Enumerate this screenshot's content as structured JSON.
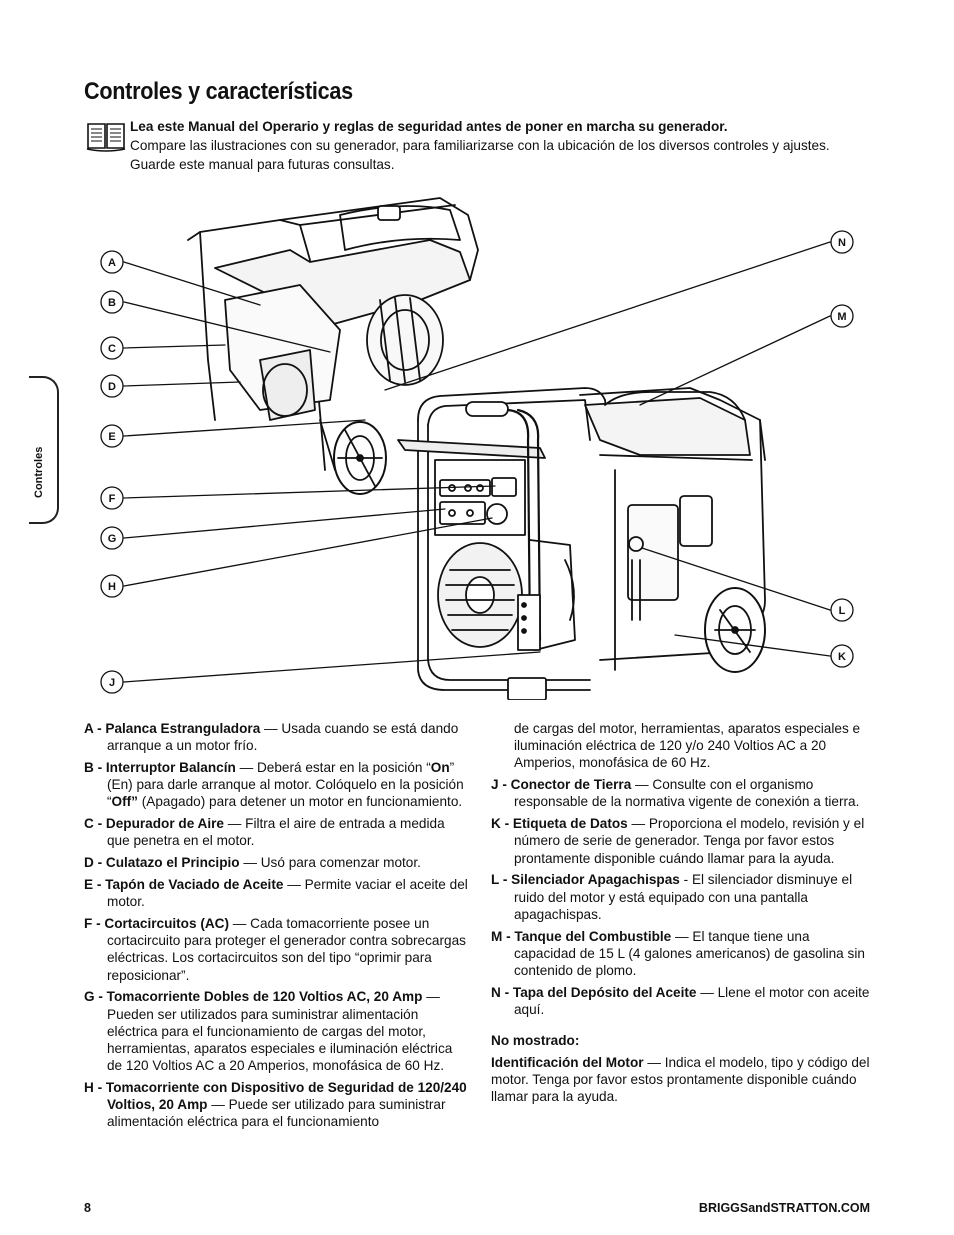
{
  "page": {
    "title": "Controles y características",
    "intro_bold": "Lea este Manual del Operario y reglas de seguridad antes de poner en marcha su generador.",
    "intro_line2": "Compare las ilustraciones con su generador, para familiarizarse con la ubicación de los diversos controles y ajustes.",
    "intro_line3": "Guarde este manual para futuras consultas.",
    "side_tab": "Controles",
    "page_number": "8",
    "website": "BRIGGSandSTRATTON.COM"
  },
  "callouts": {
    "left": [
      "A",
      "B",
      "C",
      "D",
      "E",
      "F",
      "G",
      "H",
      "J"
    ],
    "right": [
      "N",
      "M",
      "L",
      "K"
    ]
  },
  "legend": {
    "A_term": "A - Palanca Estranguladora",
    "A_desc": " — Usada cuando se está dando arranque a un motor frío.",
    "B_term": "B - Interruptor Balancín",
    "B_desc1": " — Deberá estar en la posición “",
    "B_on": "On",
    "B_desc2": "” (En) para darle arranque al motor. Colóquelo en la posición “",
    "B_off": "Off”",
    "B_desc3": " (Apagado) para detener un motor en funcionamiento.",
    "C_term": "C - Depurador de Aire",
    "C_desc": " — Filtra el aire de entrada a medida que penetra en el motor.",
    "D_term": "D - Culatazo el Principio",
    "D_desc": " — Usó para comenzar motor.",
    "E_term": "E - Tapón de Vaciado de Aceite",
    "E_desc": " — Permite vaciar el aceite del motor.",
    "F_term": "F - Cortacircuitos (AC)",
    "F_desc": " — Cada tomacorriente posee un cortacircuito para proteger el generador contra sobrecargas eléctricas. Los cortacircuitos son del tipo “oprimir para reposicionar”.",
    "G_term": "G - Tomacorriente Dobles de 120 Voltios AC, 20 Amp",
    "G_desc": " — Pueden ser utilizados para suministrar alimentación eléctrica para el funcionamiento de cargas del motor, herramientas, aparatos especiales e iluminación eléctrica de 120 Voltios AC a 20 Amperios, monofásica de 60 Hz.",
    "H_term": "H - Tomacorriente con Dispositivo de Seguridad de 120/240 Voltios, 20 Amp",
    "H_desc": " — Puede ser utilizado para suministrar alimentación eléctrica para el funcionamiento",
    "H_cont": "de cargas del motor, herramientas, aparatos especiales e iluminación eléctrica de 120 y/o 240 Voltios AC a 20 Amperios, monofásica de 60 Hz.",
    "J_term": "J - Conector de Tierra",
    "J_desc": " — Consulte con el organismo responsable de la normativa vigente de conexión a tierra.",
    "K_term": "K - Etiqueta de Datos",
    "K_desc": " — Proporciona el modelo, revisión y el número de serie de generador. Tenga por favor estos prontamente disponible cuándo llamar para la ayuda.",
    "L_term": "L - Silenciador Apagachispas",
    "L_desc": " - El silenciador disminuye el ruido del motor y está equipado con una pantalla apagachispas.",
    "M_term": "M - Tanque del Combustible",
    "M_desc": " — El tanque tiene una capacidad de 15 L (4 galones americanos) de gasolina sin contenido de plomo.",
    "N_term": "N - Tapa del Depósito del Aceite",
    "N_desc": " — Llene el motor con aceite aquí.",
    "not_shown_head": "No mostrado:",
    "engine_id_term": "Identificación del Motor",
    "engine_id_desc": " — Indica el modelo, tipo y código del motor. Tenga por favor estos prontamente disponible cuándo llamar para la ayuda."
  }
}
